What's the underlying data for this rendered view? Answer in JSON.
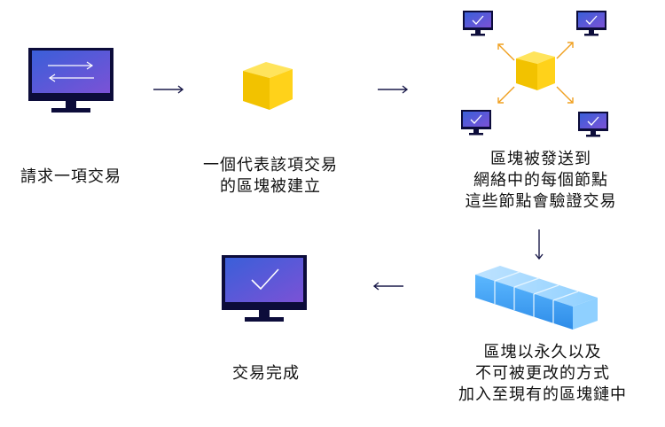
{
  "steps": {
    "request": {
      "lines": [
        "請求一項交易"
      ]
    },
    "block_created": {
      "lines": [
        "一個代表該項交易",
        "的區塊被建立"
      ]
    },
    "broadcast": {
      "lines": [
        "區塊被發送到",
        "網絡中的每個節點",
        "這些節點會驗證交易"
      ]
    },
    "chain_added": {
      "lines": [
        "區塊以永久以及",
        "不可被更改的方式",
        "加入至現有的區塊鏈中"
      ]
    },
    "complete": {
      "lines": [
        "交易完成"
      ]
    }
  },
  "colors": {
    "monitor_frame": "#0c0c3a",
    "screen_gradient_start": "#3a5fd9",
    "screen_gradient_end": "#7b52d6",
    "block_yellow": "#f5c400",
    "arrow_dark": "#1a1a4a",
    "arrow_orange": "#f0a020",
    "chain_blue": "#4aa8f0"
  },
  "icons": {
    "request_monitor": "monitor-exchange-arrows-icon",
    "block": "cube-icon",
    "network": "network-nodes-icon",
    "chain": "block-chain-icon",
    "complete_monitor": "monitor-check-icon"
  }
}
